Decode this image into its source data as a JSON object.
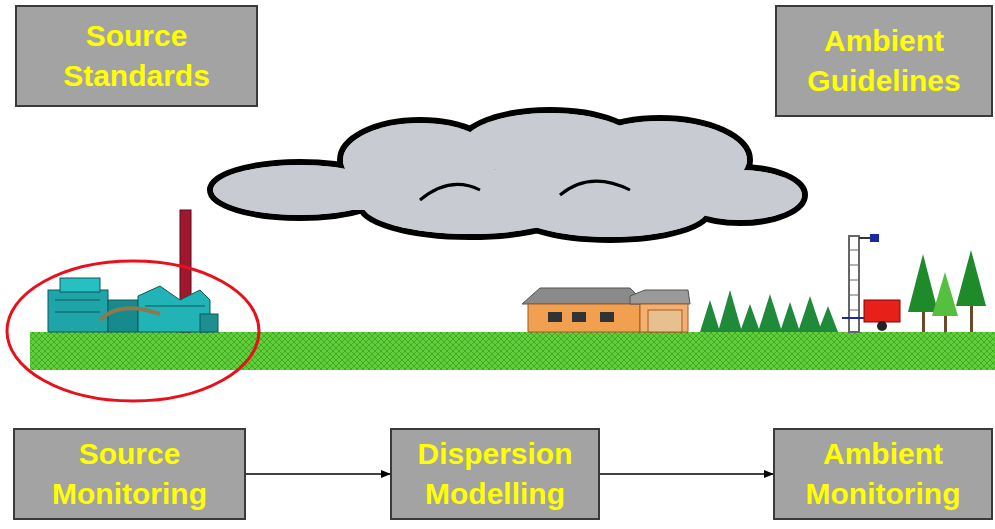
{
  "diagram": {
    "nodes": [
      {
        "text": [
          "Source Standards"
        ]
      },
      {
        "text": [
          "Ambient Guidelines"
        ]
      },
      {
        "text": [
          "Source Monitoring"
        ]
      },
      {
        "text": [
          "Dispersion Modelling"
        ]
      },
      {
        "text": [
          "Ambient Monitoring"
        ]
      }
    ],
    "edges": [
      {
        "from": 2,
        "to": 3,
        "arrow": "to"
      },
      {
        "from": 3,
        "to": 4,
        "arrow": "to"
      }
    ]
  }
}
